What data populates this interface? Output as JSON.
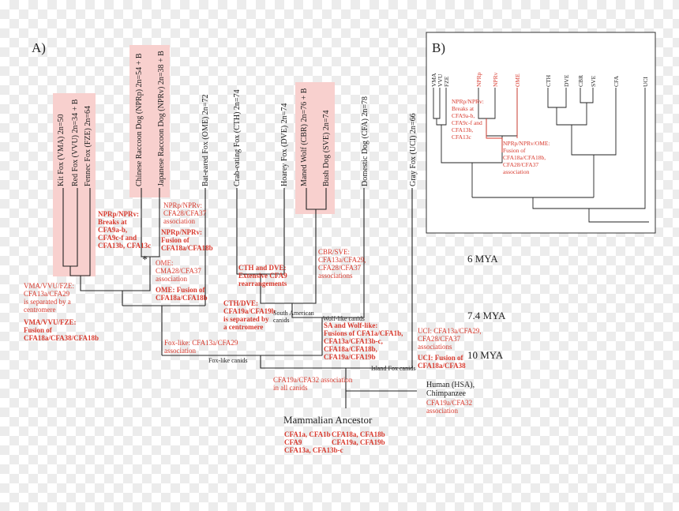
{
  "panel_a_label": "A)",
  "panel_b_label": "B)",
  "taxa": {
    "vma": "Kit Fox (VMA) 2n=50",
    "vvu": "Red Fox (VVU) 2n=34 + B",
    "fze": "Fennec Fox (FZE) 2n=64",
    "nprp": "Chinese Raccoon Dog (NPRp) 2n=54 + B",
    "nprv": "Japanese Raccoon Dog (NPRv) 2n=38 + B",
    "ome": "Bat-eared Fox (OME) 2n=72",
    "cth": "Crab-eating Fox (CTH) 2n=74",
    "dve": "Hoarey Fox (DVE) 2n=74",
    "cbr": "Maned Wolf (CBR) 2n=76 + B",
    "sve": "Bush Dog (SVE) 2n=74",
    "cfa": "Domestic Dog (CFA) 2n=78",
    "uci": "Gray Fox (UCI) 2n=66"
  },
  "annotations": {
    "npr_normal": [
      "NPRp/NPRv:",
      "CFA28/CFA37",
      "association"
    ],
    "npr_breaks": [
      "NPRp/NPRv:",
      "Breaks at",
      "CFA9a-b,",
      "CFA9c-f and",
      "CFA13b, CFA13c"
    ],
    "npr_fusion": [
      "NPRp/NPRv:",
      "Fusion of",
      "CFA18a/CFA18b"
    ],
    "asterisk": "*",
    "ome_normal": [
      "OME:",
      "CMA28/CFA37",
      "association"
    ],
    "ome_fusion": [
      "OME: Fusion of",
      "CFA18a/CFA18b"
    ],
    "vma_normal": [
      "VMA/VVU/FZE:",
      "CFA13a/CFA29",
      "is separated by a",
      "centromere"
    ],
    "vma_fusion": [
      "VMA/VVU/FZE:",
      "Fusion of",
      "CFA18a/CFA38/CFA18b"
    ],
    "cth_dve_rearr": [
      "CTH and DVE:",
      "Extensive CFA9",
      "rearrangements"
    ],
    "cth_dve_sep": [
      "CTH/DVE:",
      "CFA19a/CFA19b",
      "is separated by",
      "a centromere"
    ],
    "cbr_sve": [
      "CBR/SVE:",
      "CFA13a/CFA29,",
      "CFA28/CFA37",
      "associations"
    ],
    "sa_wolf": [
      "SA and Wolf-like:",
      "Fusions of CFA1a/CFA1b,",
      "CFA13a/CFA13b-c,",
      "CFA18a/CFA18b,",
      "CFA19a/CFA19b"
    ],
    "fox_like": [
      "Fox-like: CFA13a/CFA29",
      "association"
    ],
    "uci_normal": [
      "UCI: CFA13a/CFA29,",
      "CFA28/CFA37",
      "associations"
    ],
    "uci_fusion": [
      "UCI: Fusion of",
      "CFA18a/CFA38"
    ],
    "all_canids": [
      "CFA19a/CFA32 association",
      "in all canids"
    ],
    "human_cfa": [
      "CFA19a/CFA32",
      "association"
    ],
    "ancestor_l": [
      "CFA1a, CFA1b",
      "CFA9",
      "CFA13a, CFA13b-c"
    ],
    "ancestor_r": [
      "CFA18a, CFA18b",
      "CFA19a, CFA19b"
    ]
  },
  "clade_labels": {
    "south_american": [
      "South American",
      "canids"
    ],
    "wolf_like": "Wolf-like canids",
    "fox_like": "Fox-like canids",
    "island_fox": "Island Fox canids",
    "human": [
      "Human (HSA),",
      "Chimpanzee"
    ],
    "ancestor": "Mammalian Ancestor"
  },
  "time_labels": [
    "6 MYA",
    "7.4 MYA",
    "10 MYA"
  ],
  "panel_b": {
    "taxa": [
      "VMA",
      "VVU",
      "FZE",
      "NPRp",
      "NPRv",
      "OME",
      "CTH",
      "DVE",
      "CBR",
      "SVE",
      "CFA",
      "UCI"
    ],
    "red_taxa": [
      "NPRp",
      "NPRv",
      "OME"
    ],
    "note_breaks": [
      "NPRp/NPRv:",
      "Breaks at",
      "CFA9a-b,",
      "CFA9c-f and",
      "CFA13b,",
      "CFA13c"
    ],
    "note_fusion": [
      "NPRp/NPRv/OME:",
      "Fusion of",
      "CFA18a/CFA18b,",
      "CFA28/CFA37",
      "association"
    ]
  },
  "colors": {
    "tree": "#222222",
    "annotation": "#d83a2e",
    "highlight": "#f8d0ce",
    "label": "#222222"
  }
}
